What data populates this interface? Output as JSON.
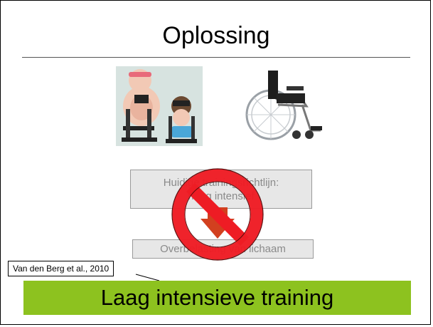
{
  "slide": {
    "title": "Oplossing",
    "box_top": {
      "line1": "Huidige trainingsrichtlijn:",
      "line2": "hoog intensief"
    },
    "box_bottom": "Overbelasting van lichaam",
    "reference": "Van den Berg et al., 2010",
    "banner": "Laag intensieve training"
  },
  "colors": {
    "banner": "#8dc21f",
    "prohibition": "#ee1c24",
    "arrow": "#d2401f"
  },
  "icons": [
    "treadmill-exercise-illustration",
    "wheelchair-illustration",
    "down-arrow-icon",
    "no-entry-prohibition-icon"
  ]
}
